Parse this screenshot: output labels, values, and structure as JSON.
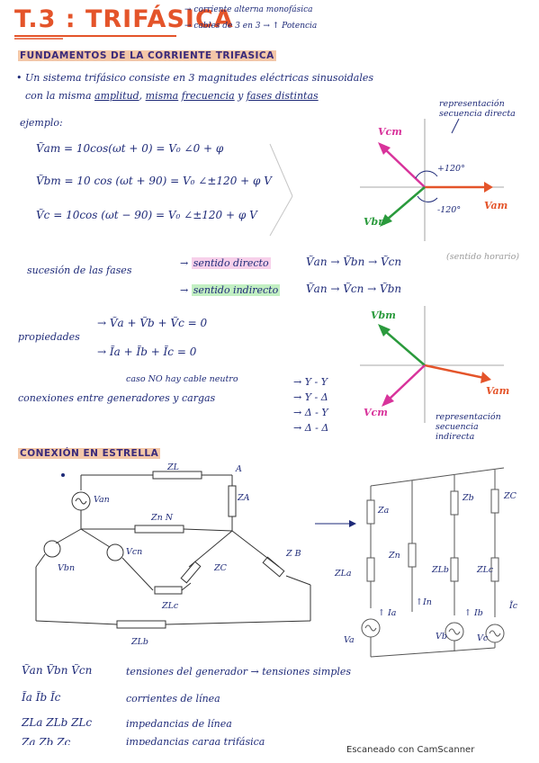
{
  "colors": {
    "ink": "#1e2a78",
    "orange": "#e4542a",
    "magenta": "#d8339b",
    "green": "#2a9a3c",
    "highlight": "#f3c7a8"
  },
  "header": {
    "title": "T.3 : TRIFÁSICA",
    "note1": "→ corriente alterna monofásica",
    "note2": "→ cables de 3 en 3 → ↑ Potencia"
  },
  "fundamentos": {
    "heading": "FUNDAMENTOS DE LA CORRIENTE TRIFASICA",
    "line1": "• Un sistema trifásico consiste en 3 magnitudes eléctricas sinusoidales",
    "line2a": "con la misma",
    "amplitud": "amplitud",
    "misma": "misma",
    "frecuencia": "frecuencia",
    "line2b": "y",
    "fases": "fases distintas",
    "ejemplo": "ejemplo:",
    "eq1": "Ṽam = 10cos(ωt + 0) = V₀ ∠0 + φ",
    "eq2": "Ṽbm = 10 cos (ωt + 90) = V₀ ∠±120 + φ V",
    "eq3": "Ṽc = 10cos (ωt − 90) = V₀ ∠±120 + φ V",
    "rep_directa": "representación secuencia directa",
    "phasor_cm": "Vcm",
    "phasor_am": "Vam",
    "phasor_bn": "Vbn",
    "angle_pos": "+120°",
    "angle_neg": "-120°"
  },
  "sucesion": {
    "label": "sucesión de las fases",
    "directo": "sentido directo",
    "seq_directo": "Ṽan → Ṽbn → Ṽcn",
    "horario_note": "(sentido horario)",
    "indirecto": "sentido indirecto",
    "seq_indirecto": "Ṽan → Ṽcn → Ṽbn"
  },
  "propiedades": {
    "label": "propiedades",
    "eq_v": "Ṽa + Ṽb + Ṽc = 0",
    "eq_i": "Ĩa + Ĩb + Ĩc = 0",
    "neutro": "caso NO hay cable neutro",
    "conexiones": "conexiones entre generadores y cargas",
    "types": [
      "Y - Y",
      "Y - Δ",
      "Δ - Y",
      "Δ - Δ"
    ],
    "phasor_bm": "Vbm",
    "phasor_am": "Vam",
    "phasor_cm": "Vcm",
    "rep_indirecta": "representación secuencia indirecta"
  },
  "estrella": {
    "heading": "CONEXIÓN EN ESTRELLA",
    "zl": "ZL",
    "za": "ZA",
    "nodeA": "A",
    "van": "Van",
    "zn": "Zn N",
    "vbn": "Vbn",
    "vcn": "Vcn",
    "zb": "Z B",
    "zc": "ZC",
    "zlc": "ZLc",
    "zlb": "ZLb",
    "r_za": "Za",
    "r_zn": "Zn",
    "r_zb": "Zb",
    "r_zc": "ZC",
    "r_zla": "ZLa",
    "r_zlb": "ZLb",
    "r_zlc": "ZLc",
    "r_in": "↑In",
    "r_ia": "↑ Ia",
    "r_ib": "↑ Ib",
    "r_ic": "Ĩc",
    "r_va": "Va",
    "r_vb": "Vb",
    "r_vc": "Vc"
  },
  "definiciones": {
    "d1_sym": "Ṽan Ṽbn Ṽcn",
    "d1_txt": "tensiones del generador → tensiones simples",
    "d2_sym": "Ĩa  Ĩb  Ĩc",
    "d2_txt": "corrientes de línea",
    "d3_sym": "ZLa  ZLb  ZLc",
    "d3_txt": "impedancias de línea",
    "d4_sym": "Za  Zb  Zc",
    "d4_txt": "impedancias carga trifásica"
  },
  "footer": {
    "scanner": "Escaneado con CamScanner"
  }
}
